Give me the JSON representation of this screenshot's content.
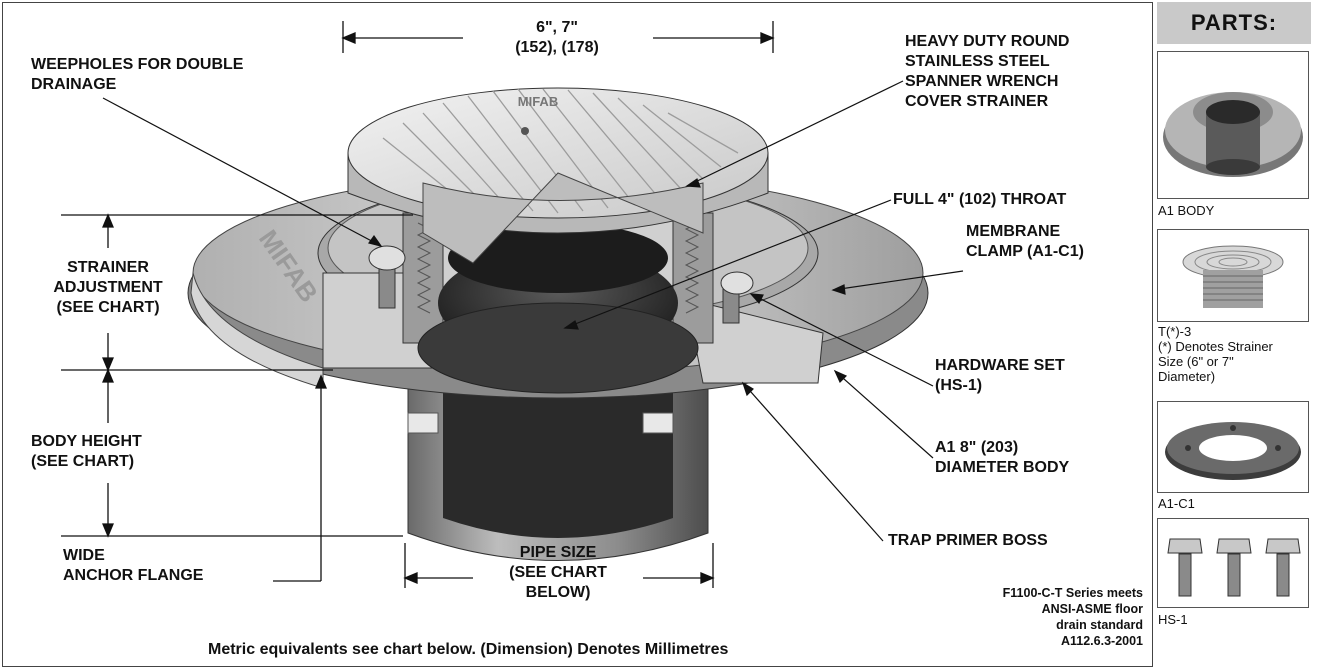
{
  "diagram": {
    "top_dimension": "6\", 7\"\n(152), (178)",
    "labels": {
      "weepholes": "WEEPHOLES FOR DOUBLE\nDRAINAGE",
      "strainer_cover": "HEAVY DUTY ROUND\nSTAINLESS STEEL\nSPANNER WRENCH\nCOVER STRAINER",
      "throat": "FULL 4\" (102) THROAT",
      "membrane_clamp": "MEMBRANE\nCLAMP (A1-C1)",
      "strainer_adjustment": "STRAINER\nADJUSTMENT\n(SEE CHART)",
      "hardware_set": "HARDWARE SET\n(HS-1)",
      "body_height": "BODY HEIGHT\n(SEE CHART)",
      "body_diameter": "A1 8\" (203)\nDIAMETER BODY",
      "anchor_flange": "WIDE\nANCHOR FLANGE",
      "pipe_size": "PIPE SIZE\n(SEE CHART\nBELOW)",
      "trap_primer": "TRAP PRIMER BOSS",
      "standard_note": "F1100-C-T Series meets\nANSI-ASME floor\ndrain standard\nA112.6.3-2001",
      "metric_note": "Metric equivalents see chart below. (Dimension) Denotes Millimetres"
    },
    "cover_logo": "MIFAB",
    "flange_logo": "MIFAB"
  },
  "parts": {
    "header": "PARTS:",
    "items": [
      {
        "caption": "A1 BODY"
      },
      {
        "caption": "T(*)-3\n(*) Denotes Strainer\nSize (6\" or 7\"\nDiameter)"
      },
      {
        "caption": "A1-C1"
      },
      {
        "caption": "HS-1"
      }
    ]
  }
}
